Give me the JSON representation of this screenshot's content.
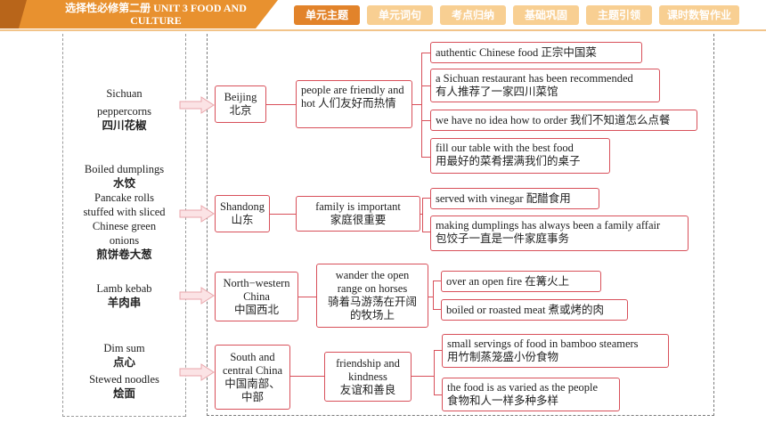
{
  "header": {
    "title_line1": "选择性必修第二册    UNIT 3    FOOD AND",
    "title_line2": "CULTURE",
    "tabs": [
      {
        "label": "单元主题",
        "active": true
      },
      {
        "label": "单元词句",
        "active": false
      },
      {
        "label": "考点归纳",
        "active": false
      },
      {
        "label": "基础巩固",
        "active": false
      },
      {
        "label": "主题引领",
        "active": false
      },
      {
        "label": "课时数智作业",
        "active": false
      }
    ],
    "colors": {
      "accent": "#e2832a",
      "tab_inactive": "#f8cf92",
      "box_border": "#d8505a"
    }
  },
  "dishes": [
    {
      "lines": [
        "Sichuan",
        "peppercorns"
      ],
      "zh": "四川花椒"
    },
    {
      "en1": "Boiled dumplings",
      "zh1": "水饺",
      "en2": [
        "Pancake rolls",
        "stuffed with sliced",
        "Chinese green",
        "onions"
      ],
      "zh2": "煎饼卷大葱"
    },
    {
      "en": "Lamb kebab",
      "zh": "羊肉串"
    },
    {
      "en1": "Dim sum",
      "zh1": "点心",
      "en2": "Stewed noodles",
      "zh2": "烩面"
    }
  ],
  "regions": [
    {
      "place_en": "Beijing",
      "place_zh": "北京",
      "trait_en": "people are friendly and hot",
      "trait_zh": "人们友好而热情",
      "details": [
        {
          "en": "authentic Chinese food",
          "zh": "正宗中国菜"
        },
        {
          "en": "a Sichuan restaurant has been recommended",
          "zh": "有人推荐了一家四川菜馆"
        },
        {
          "en": "we have no idea how to order",
          "zh": "我们不知道怎么点餐"
        },
        {
          "en": "fill our table with the best food",
          "zh": "用最好的菜肴摆满我们的桌子"
        }
      ]
    },
    {
      "place_en": "Shandong",
      "place_zh": "山东",
      "trait_en": "family is important",
      "trait_zh": "家庭很重要",
      "details": [
        {
          "en": "served with vinegar",
          "zh": "配醋食用"
        },
        {
          "en": "making dumplings has always been a family affair",
          "zh": "包饺子一直是一件家庭事务"
        }
      ]
    },
    {
      "place_en1": "North−western",
      "place_en2": "China",
      "place_zh": "中国西北",
      "trait_en1": "wander the open",
      "trait_en2": "range on horses",
      "trait_zh1": "骑着马游荡在开阔",
      "trait_zh2": "的牧场上",
      "details": [
        {
          "en": "over an open fire",
          "zh": "在篝火上"
        },
        {
          "en": "boiled or roasted meat",
          "zh": "煮或烤的肉"
        }
      ]
    },
    {
      "place_en1": "South and",
      "place_en2": "central China",
      "place_zh1": "中国南部、",
      "place_zh2": "中部",
      "trait_en1": "friendship and",
      "trait_en2": "kindness",
      "trait_zh": "友谊和善良",
      "details": [
        {
          "en": "small servings of food in bamboo steamers",
          "zh": "用竹制蒸笼盛小份食物"
        },
        {
          "en": "the food is as varied as the people",
          "zh": "食物和人一样多种多样"
        }
      ]
    }
  ]
}
